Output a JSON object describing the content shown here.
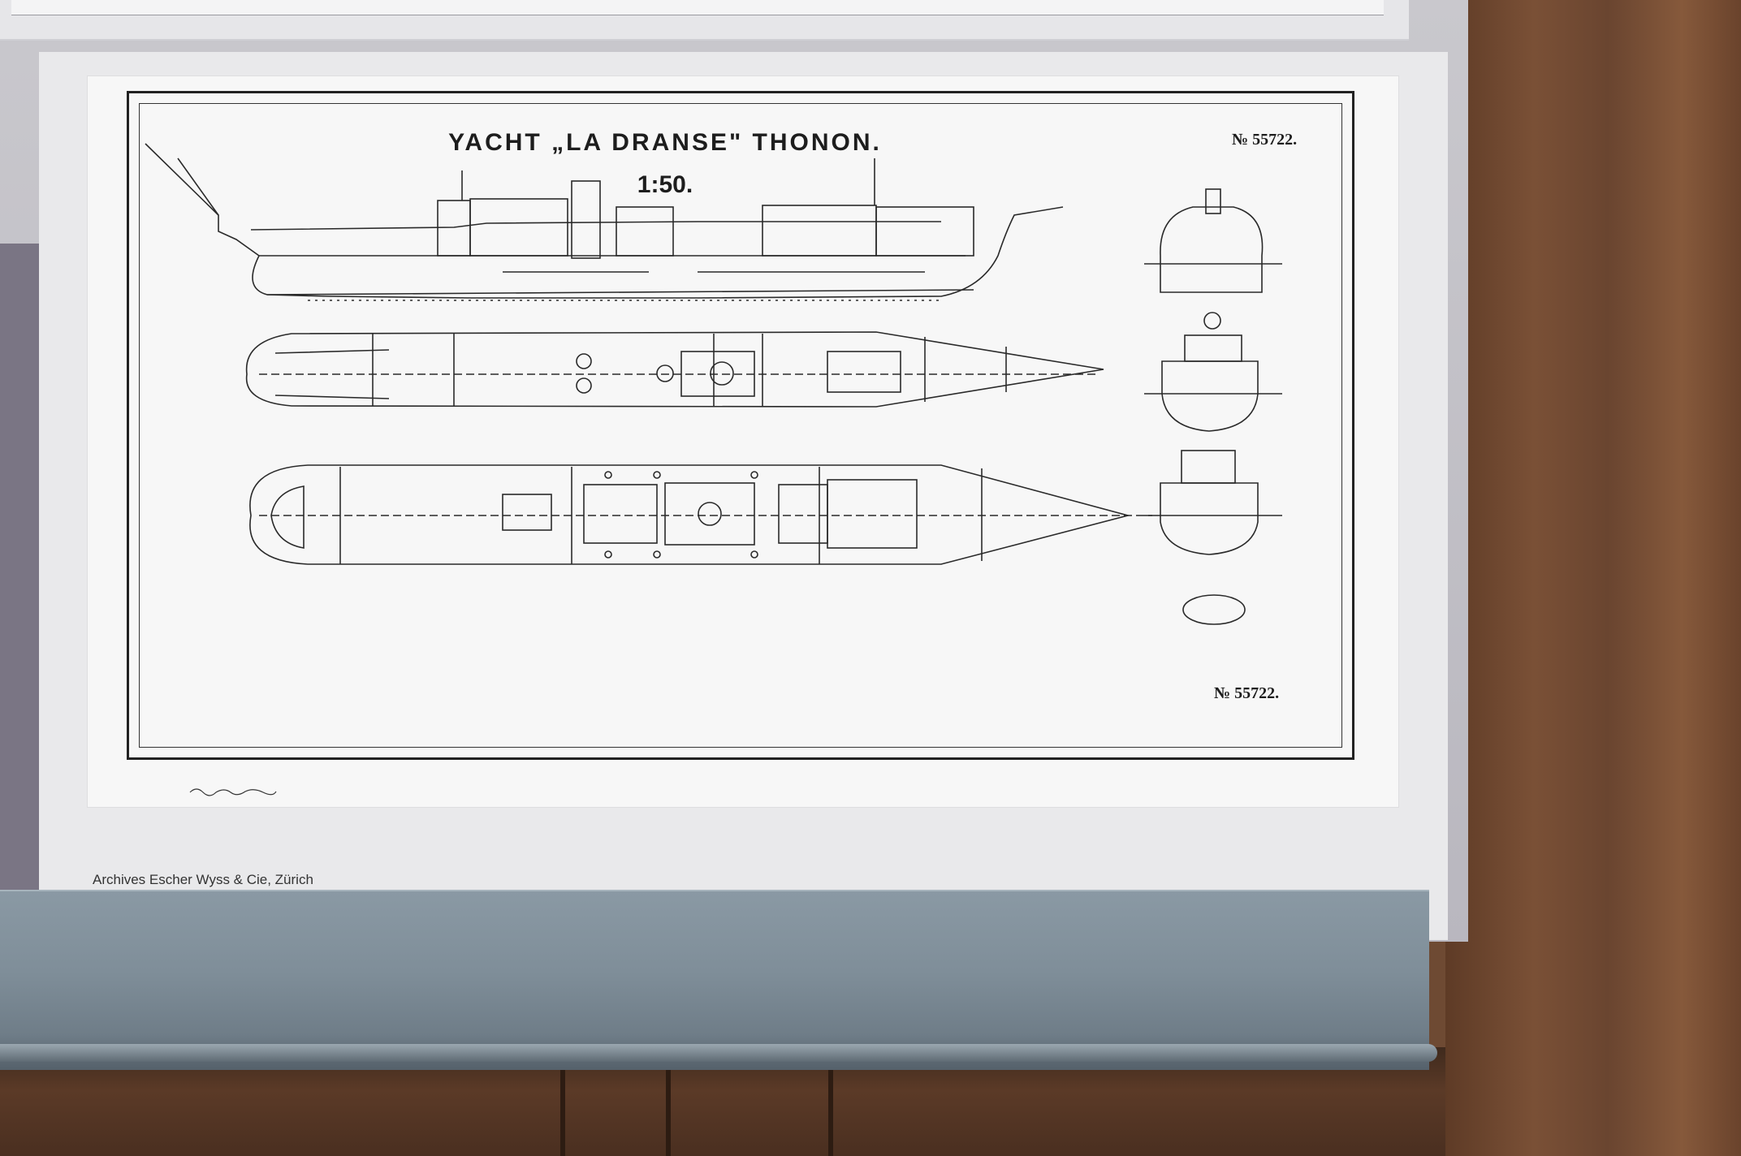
{
  "drawing": {
    "title": "YACHT „LA DRANSE\" THONON.",
    "scale": "1:50.",
    "number_top": "№ 55722.",
    "number_bottom": "№ 55722."
  },
  "poster": {
    "caption": "Archives Escher Wyss & Cie, Zürich"
  },
  "colors": {
    "ink": "#1d1d1d",
    "paper": "#f7f7f7",
    "poster": "#e9e9eb",
    "roller": "#7f8e99",
    "wood": "#6e4a33"
  }
}
